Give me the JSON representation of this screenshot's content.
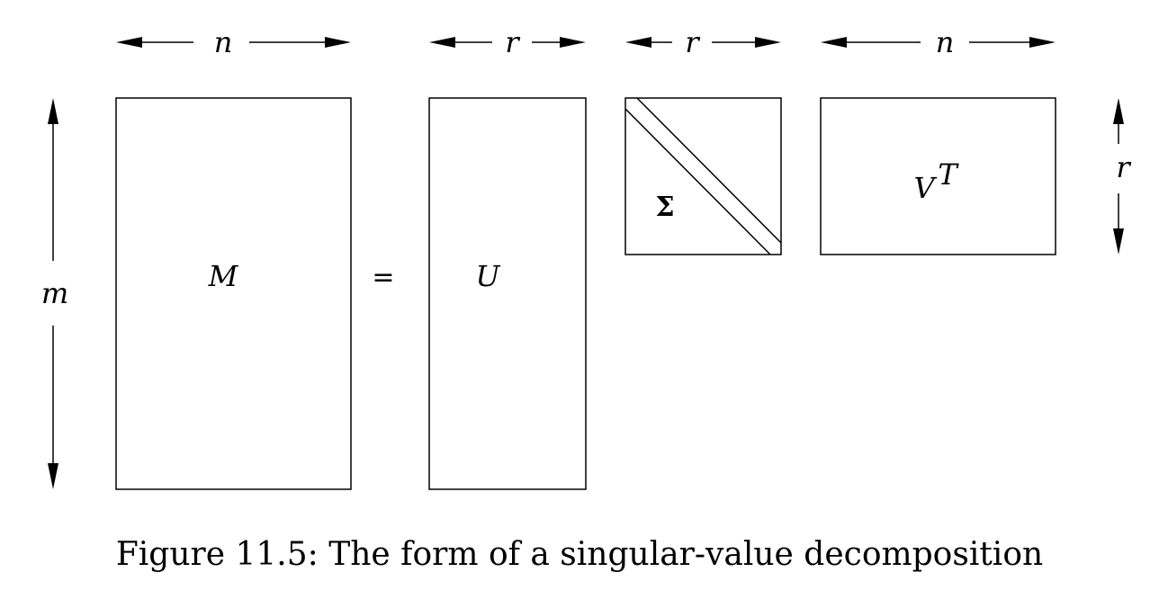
{
  "labels": {
    "n_top_left": "n",
    "r_top_u": "r",
    "r_top_sigma": "r",
    "n_top_right": "n",
    "m_left": "m",
    "r_right": "r",
    "matrix_m": "M",
    "equals": "=",
    "matrix_u": "U",
    "matrix_sigma": "Σ",
    "matrix_v": "V",
    "matrix_v_sup": "T"
  },
  "caption": "Figure 11.5: The form of a singular-value decomposition"
}
